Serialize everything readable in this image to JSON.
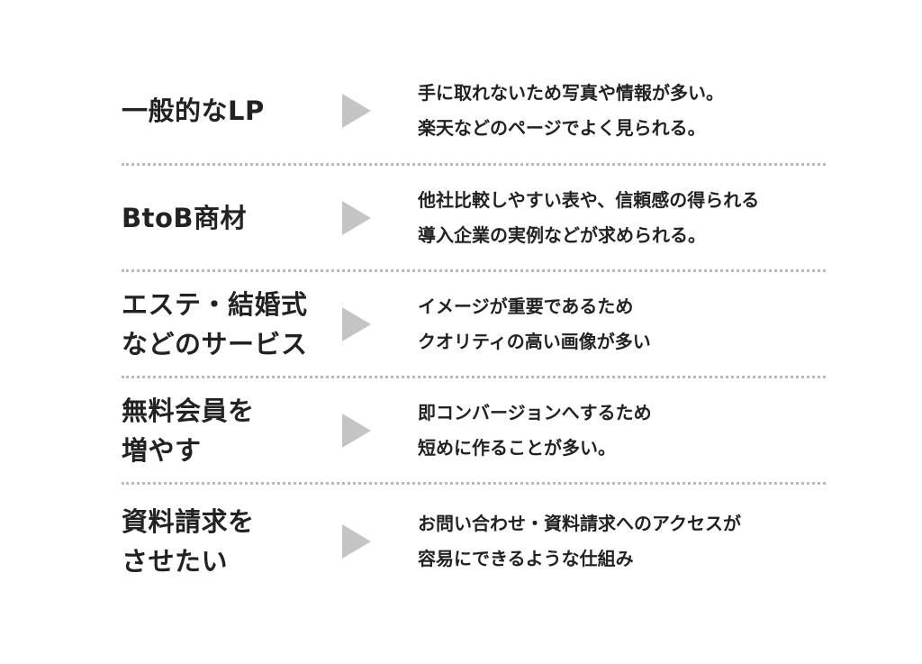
{
  "rows": [
    {
      "category": "一般的なLP",
      "description": "手に取れないため写真や情報が多い。\n楽天などのページでよく見られる。"
    },
    {
      "category": "BtoB商材",
      "description": "他社比較しやすい表や、信頼感の得られる\n導入企業の実例などが求められる。"
    },
    {
      "category": "エステ・結婚式\nなどのサービス",
      "description": "イメージが重要であるため\nクオリティの高い画像が多い"
    },
    {
      "category": "無料会員を\n増やす",
      "description": "即コンバージョンへするため\n短めに作ることが多い。"
    },
    {
      "category": "資料請求を\nさせたい",
      "description": "お問い合わせ・資料請求へのアクセスが\n容易にできるような仕組み"
    }
  ]
}
